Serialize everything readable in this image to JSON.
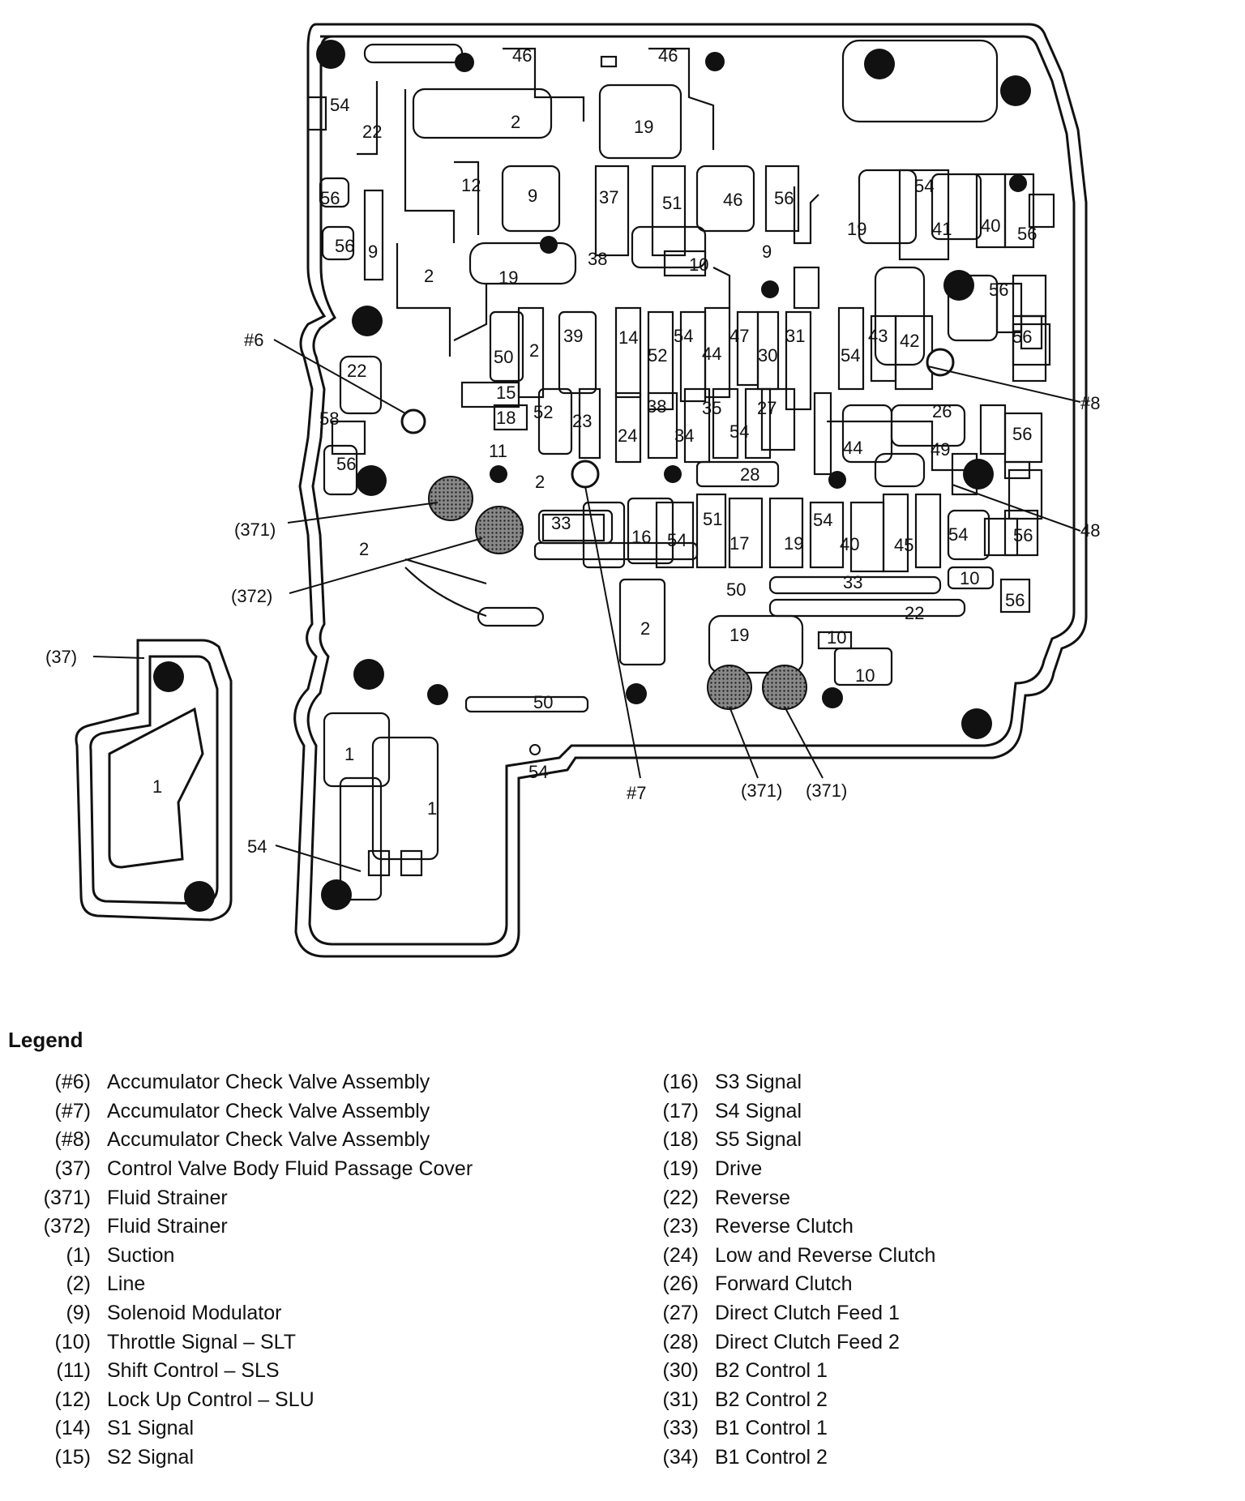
{
  "diagram": {
    "passage_labels": [
      "46",
      "46",
      "54",
      "22",
      "2",
      "19",
      "12",
      "9",
      "37",
      "51",
      "46",
      "56",
      "9",
      "10",
      "54",
      "19",
      "41",
      "40",
      "56",
      "56",
      "56",
      "9",
      "2",
      "19",
      "38",
      "56",
      "50",
      "2",
      "39",
      "14",
      "52",
      "54",
      "44",
      "47",
      "30",
      "31",
      "54",
      "43",
      "42",
      "56",
      "22",
      "15",
      "18",
      "52",
      "23",
      "38",
      "35",
      "27",
      "26",
      "56",
      "34",
      "54",
      "24",
      "44",
      "49",
      "11",
      "56",
      "58",
      "2",
      "28",
      "33",
      "16",
      "54",
      "51",
      "17",
      "19",
      "54",
      "40",
      "45",
      "54",
      "56",
      "2",
      "50",
      "33",
      "10",
      "56",
      "22",
      "2",
      "19",
      "10",
      "10",
      "50",
      "1",
      "1",
      "1",
      "54"
    ],
    "callouts": {
      "check_6": "#6",
      "check_7": "#7",
      "check_8": "#8",
      "cover_37": "(37)",
      "strainer_371_a": "(371)",
      "strainer_372": "(372)",
      "strainer_371_b": "(371)",
      "strainer_371_c": "(371)",
      "passage_48": "48",
      "passage_54": "54"
    }
  },
  "legend": {
    "title": "Legend",
    "left": [
      {
        "key": "(#6)",
        "label": "Accumulator Check Valve Assembly"
      },
      {
        "key": "(#7)",
        "label": "Accumulator Check Valve Assembly"
      },
      {
        "key": "(#8)",
        "label": "Accumulator Check Valve Assembly"
      },
      {
        "key": "(37)",
        "label": "Control Valve Body Fluid Passage Cover"
      },
      {
        "key": "(371)",
        "label": "Fluid Strainer"
      },
      {
        "key": "(372)",
        "label": "Fluid Strainer"
      },
      {
        "key": "(1)",
        "label": "Suction"
      },
      {
        "key": "(2)",
        "label": "Line"
      },
      {
        "key": "(9)",
        "label": "Solenoid Modulator"
      },
      {
        "key": "(10)",
        "label": "Throttle Signal – SLT"
      },
      {
        "key": "(11)",
        "label": "Shift Control – SLS"
      },
      {
        "key": "(12)",
        "label": "Lock Up Control – SLU"
      },
      {
        "key": "(14)",
        "label": "S1 Signal"
      },
      {
        "key": "(15)",
        "label": "S2 Signal"
      }
    ],
    "right": [
      {
        "key": "(16)",
        "label": "S3 Signal"
      },
      {
        "key": "(17)",
        "label": "S4 Signal"
      },
      {
        "key": "(18)",
        "label": "S5 Signal"
      },
      {
        "key": "(19)",
        "label": "Drive"
      },
      {
        "key": "(22)",
        "label": "Reverse"
      },
      {
        "key": "(23)",
        "label": "Reverse Clutch"
      },
      {
        "key": "(24)",
        "label": "Low and Reverse Clutch"
      },
      {
        "key": "(26)",
        "label": "Forward Clutch"
      },
      {
        "key": "(27)",
        "label": "Direct Clutch Feed 1"
      },
      {
        "key": "(28)",
        "label": "Direct Clutch Feed 2"
      },
      {
        "key": "(30)",
        "label": "B2 Control 1"
      },
      {
        "key": "(31)",
        "label": "B2 Control 2"
      },
      {
        "key": "(33)",
        "label": "B1 Control 1"
      },
      {
        "key": "(34)",
        "label": "B1 Control 2"
      }
    ]
  }
}
